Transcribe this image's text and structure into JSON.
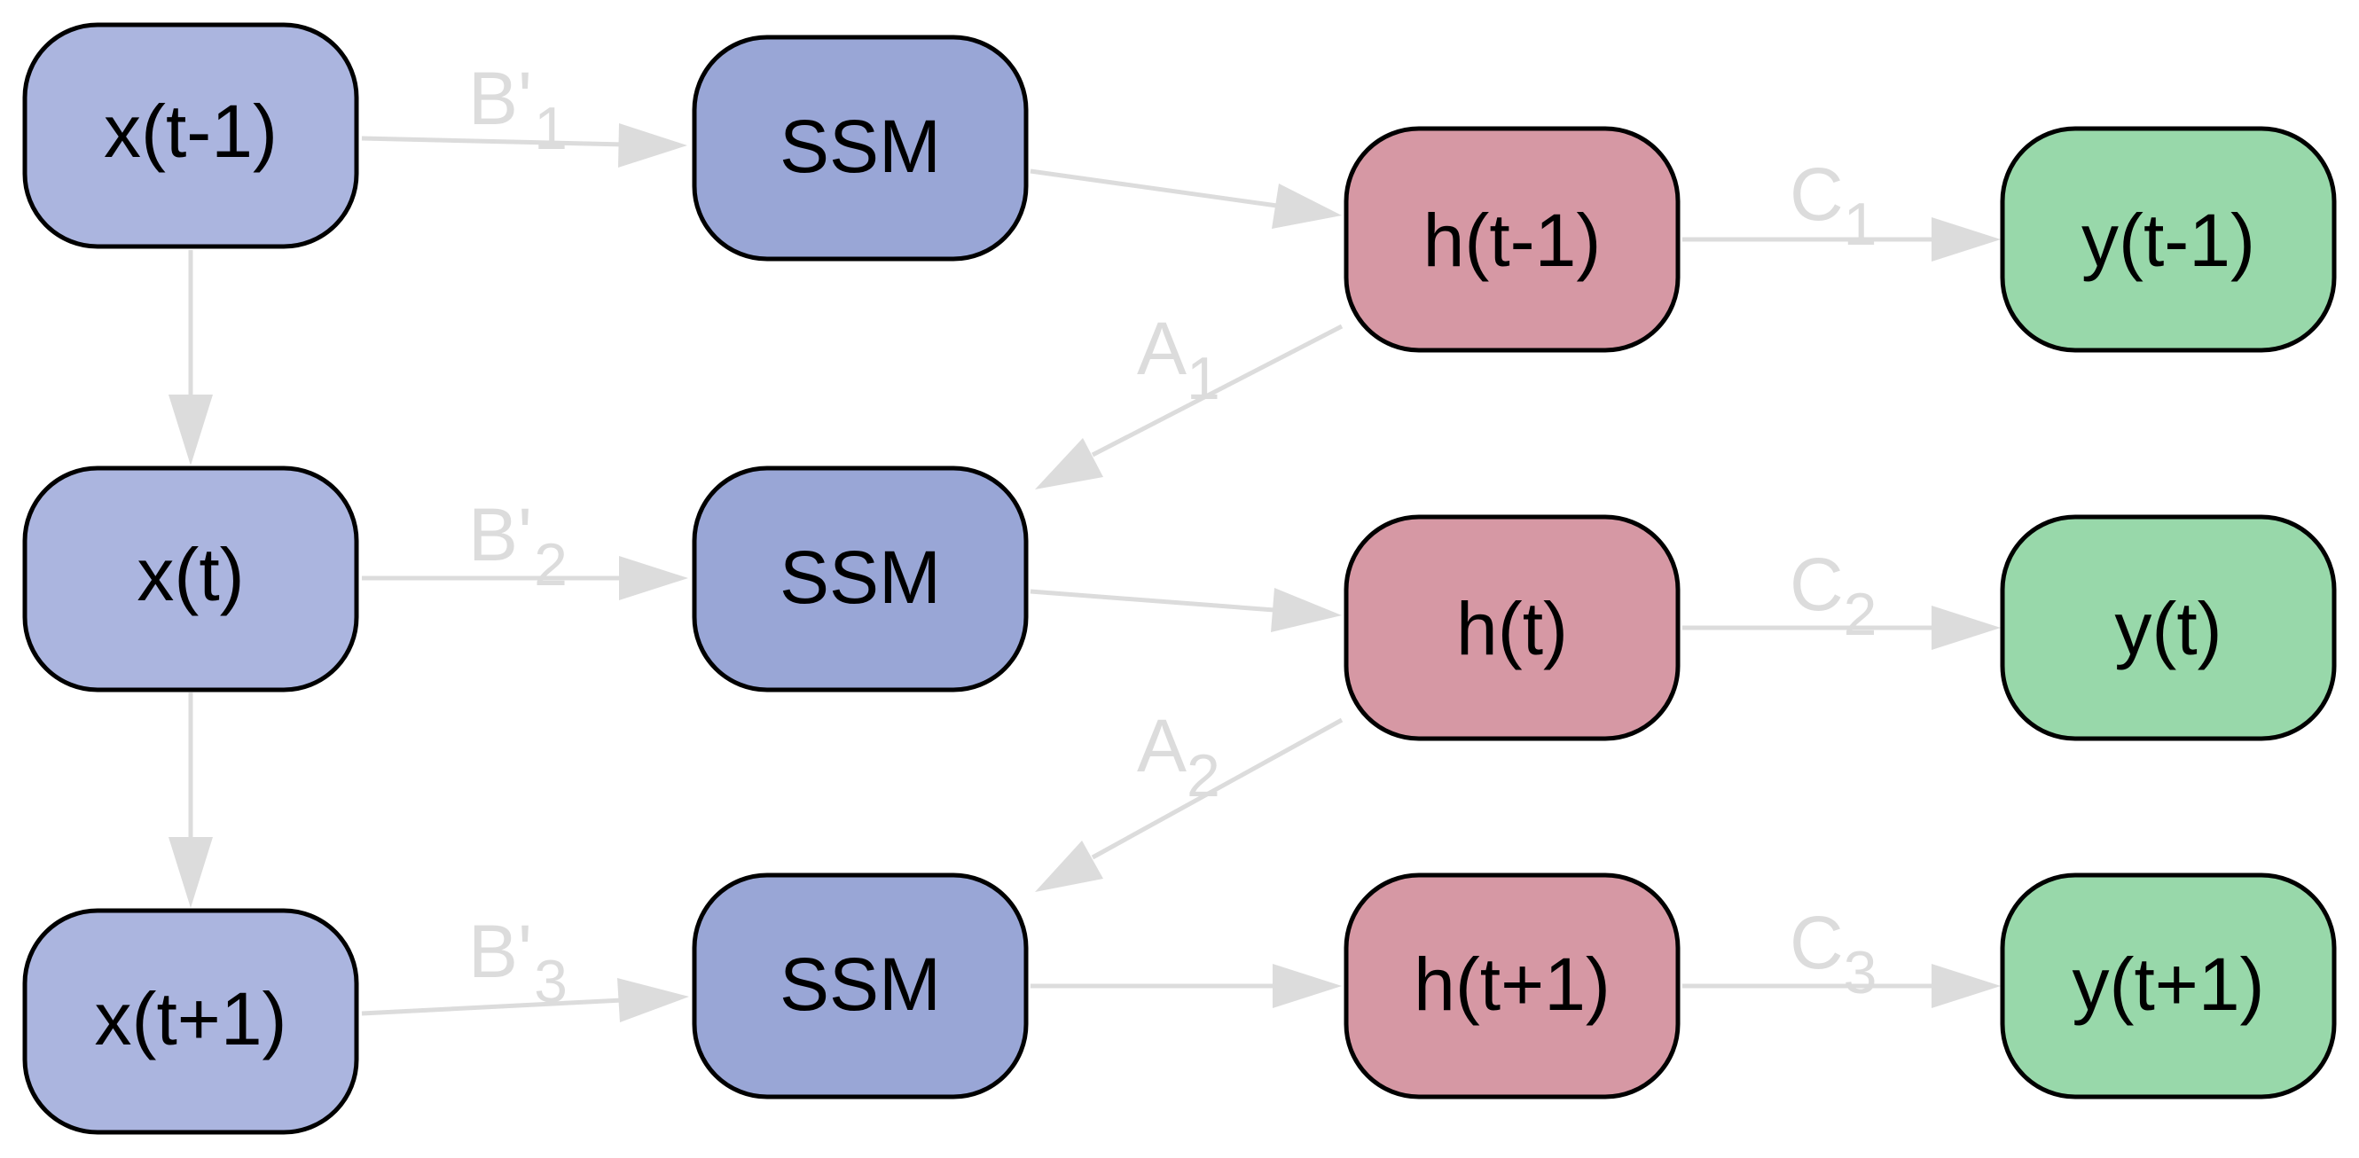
{
  "colors": {
    "input_node": "#abb5df",
    "ssm_node": "#99a6d6",
    "hidden_node": "#d698a4",
    "output_node": "#98d8aa",
    "border": "#000000",
    "edge": "#dcdcdc"
  },
  "nodes": {
    "x_prev": "x(t-1)",
    "x_curr": "x(t)",
    "x_next": "x(t+1)",
    "ssm_1": "SSM",
    "ssm_2": "SSM",
    "ssm_3": "SSM",
    "h_prev": "h(t-1)",
    "h_curr": "h(t)",
    "h_next": "h(t+1)",
    "y_prev": "y(t-1)",
    "y_curr": "y(t)",
    "y_next": "y(t+1)"
  },
  "edge_labels": {
    "b1": {
      "main": "B'",
      "sub": "1"
    },
    "b2": {
      "main": "B'",
      "sub": "2"
    },
    "b3": {
      "main": "B'",
      "sub": "3"
    },
    "a1": {
      "main": "A",
      "sub": "1"
    },
    "a2": {
      "main": "A",
      "sub": "2"
    },
    "c1": {
      "main": "C",
      "sub": "1"
    },
    "c2": {
      "main": "C",
      "sub": "2"
    },
    "c3": {
      "main": "C",
      "sub": "3"
    }
  }
}
